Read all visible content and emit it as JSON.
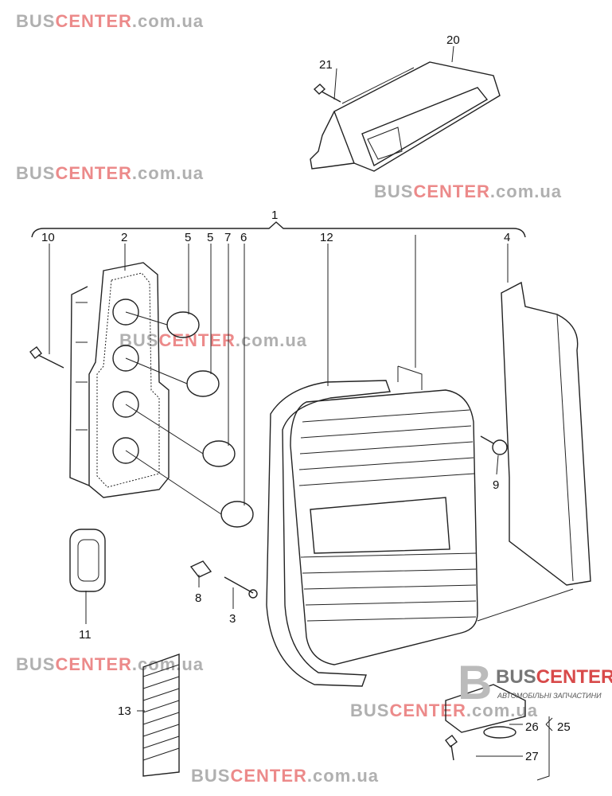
{
  "watermark": {
    "part1": "BUS",
    "part2": "CENTER",
    "part3": ".com.ua"
  },
  "logo": {
    "brand_gray": "BUS",
    "brand_red": "CENTER",
    "tagline": "АВТОМОБІЛЬНІ ЗАПЧАСТИНИ",
    "mark": "B"
  },
  "labels": {
    "p1": "1",
    "p2": "2",
    "p3": "3",
    "p4": "4",
    "p5a": "5",
    "p5b": "5",
    "p6": "6",
    "p7": "7",
    "p8": "8",
    "p9": "9",
    "p10": "10",
    "p11": "11",
    "p12": "12",
    "p13": "13",
    "p20": "20",
    "p21": "21",
    "p25": "25",
    "p26": "26",
    "p27": "27"
  },
  "colors": {
    "watermark_red": "#e25a5a",
    "watermark_gray": "#999999"
  }
}
